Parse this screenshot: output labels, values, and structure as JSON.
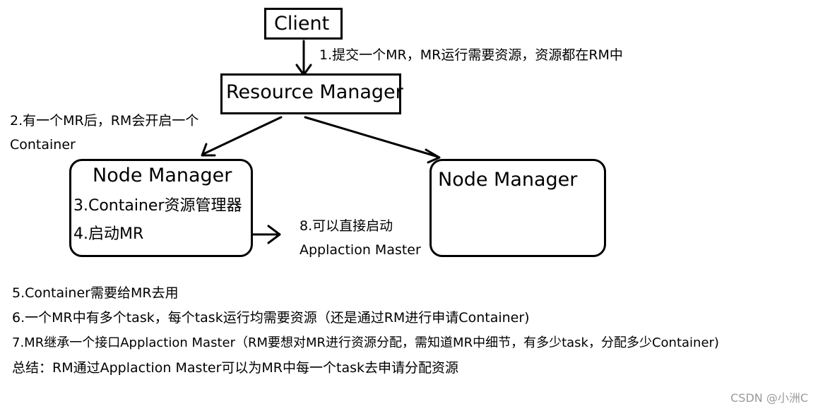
{
  "nodes": {
    "client": "Client",
    "resource_manager": "Resource Manager",
    "node_manager_left": "Node Manager",
    "node_manager_left_step3": "3.Container资源管理器",
    "node_manager_left_step4": "4.启动MR",
    "node_manager_right": "Node Manager"
  },
  "annotations": {
    "step1": "1.提交一个MR，MR运行需要资源，资源都在RM中",
    "step2_line1": "2.有一个MR后，RM会开启一个",
    "step2_line2": "Container",
    "step8_line1": "8.可以直接启动",
    "step8_line2": "Applaction Master"
  },
  "notes": [
    "5.Container需要给MR去用",
    "6.一个MR中有多个task，每个task运行均需要资源（还是通过RM进行申请Container)",
    "7.MR继承一个接口Applaction Master（RM要想对MR进行资源分配，需知道MR中细节，有多少task，分配多少Container)",
    "总结：RM通过Applaction Master可以为MR中每一个task去申请分配资源"
  ],
  "watermark": "CSDN @小洲C"
}
